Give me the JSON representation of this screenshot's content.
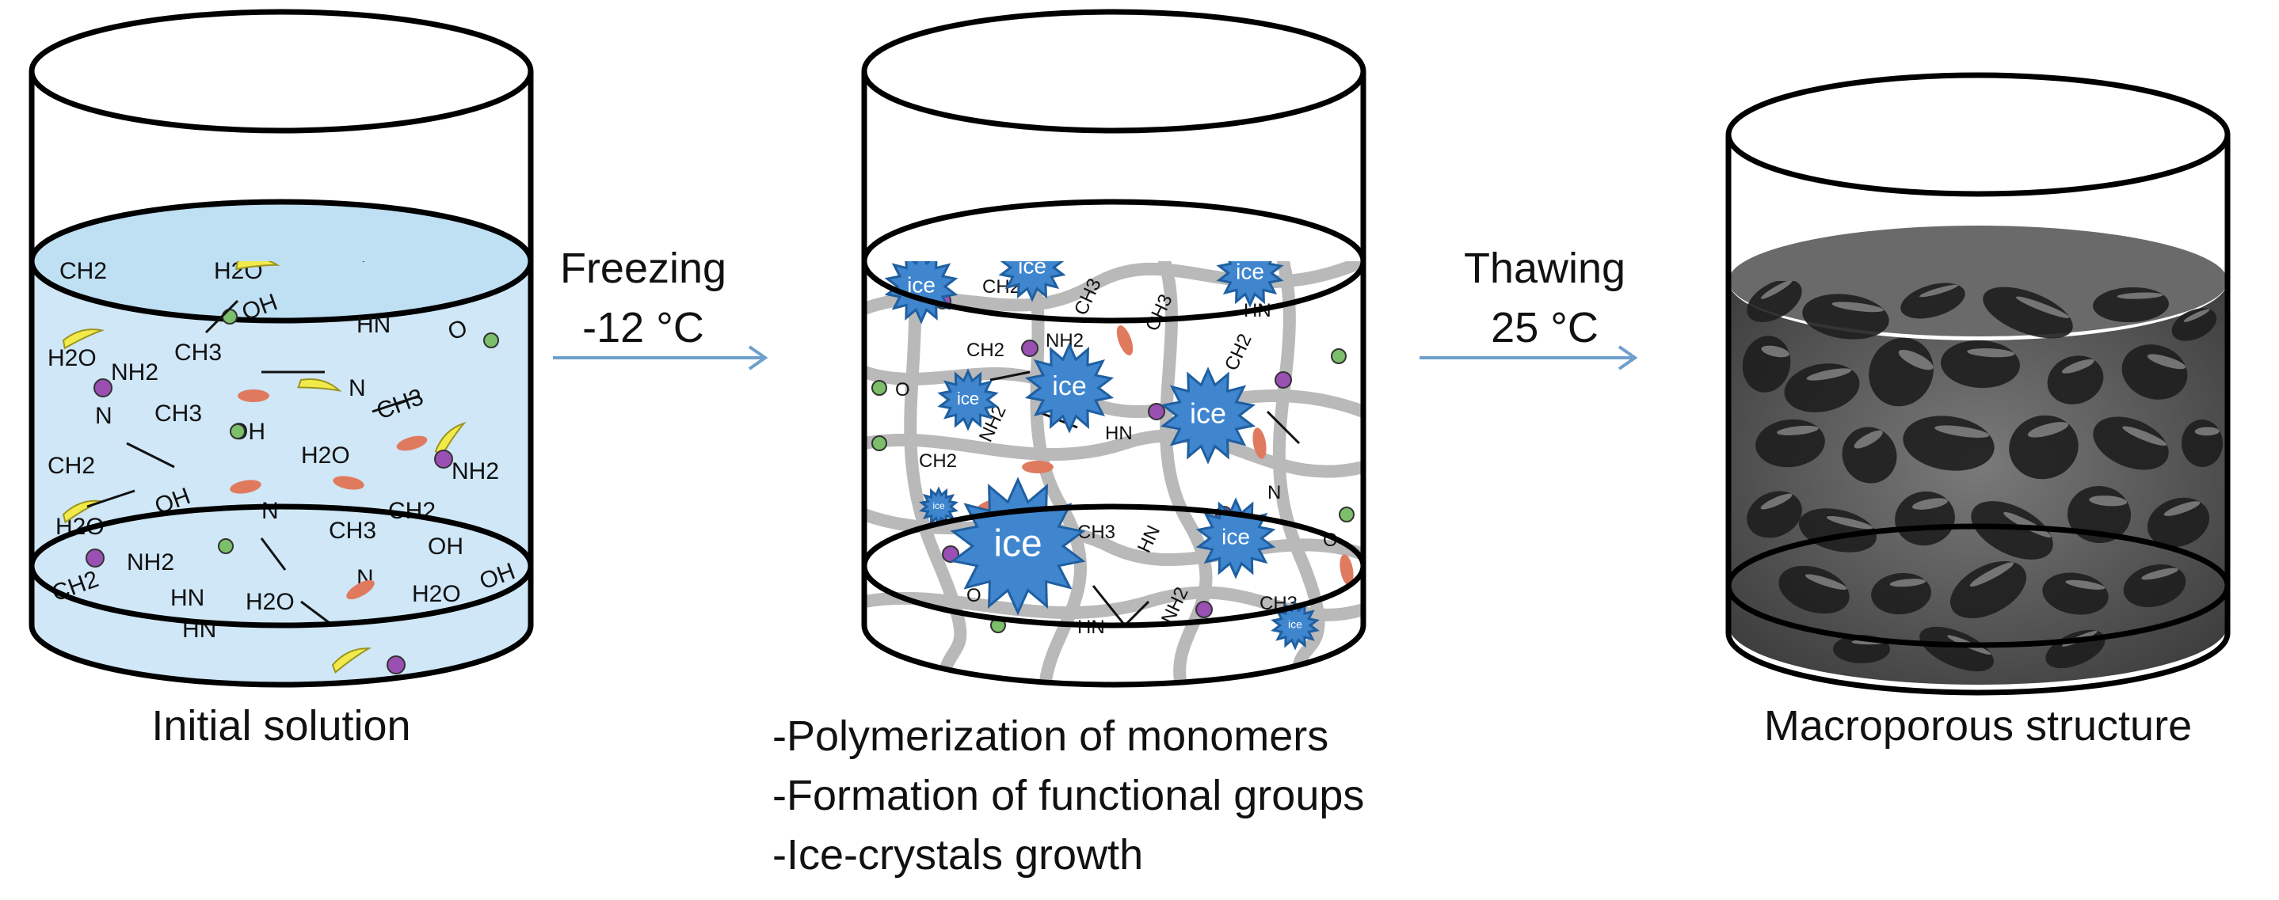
{
  "steps": [
    {
      "caption": "Initial solution"
    },
    {
      "caption_lines": [
        "-Polymerization of monomers",
        "-Formation of functional groups",
        "-Ice-crystals growth"
      ]
    },
    {
      "caption": "Macroporous structure"
    }
  ],
  "arrows": [
    {
      "label": "Freezing",
      "temp": "-12 °C"
    },
    {
      "label": "Thawing",
      "temp": "25 °C"
    }
  ],
  "molecules": {
    "amine": "NH2",
    "methylene": "CH2",
    "methyl": "CH3",
    "water": "H2O",
    "hydroxyl": "OH",
    "nitrogen": "N",
    "nitrogen_h": "HN",
    "oxygen": "O"
  },
  "ice_label": "ice",
  "colors": {
    "solution": "#cfe7f6",
    "ice": "#3f86cf",
    "ice_edge": "#1f5fa0",
    "polymer": "#b9b9b9",
    "arrow": "#6f9fcc",
    "sponge": "#5a5a5a",
    "yellow_tadpole": "#f2ea4a",
    "purple_atom": "#9a4fb3",
    "red_oval": "#e07a5f",
    "green_atom": "#7cbf6a"
  }
}
